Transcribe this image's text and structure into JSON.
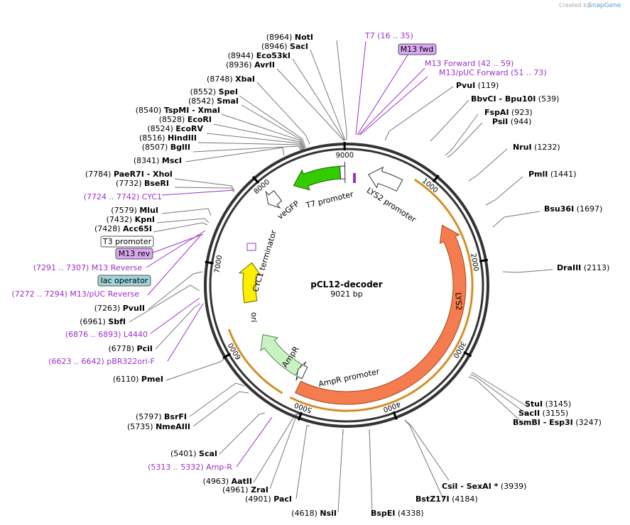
{
  "credit": {
    "created_by": "Created by",
    "brand": "SnapGene"
  },
  "plasmid": {
    "name": "pCL12-decoder",
    "length_label": "9021 bp",
    "length": 9021
  },
  "colors": {
    "backbone": "#333333",
    "LYS2": "#f47c4e",
    "veGFP": "#33cc00",
    "ori": "#ffee00",
    "AmpR": "#c9f2c2",
    "orf_arc": "#f4a020",
    "primer": "#9b30c9",
    "site_line": "#777777"
  },
  "ticks": [
    "1000",
    "2000",
    "3000",
    "4000",
    "5000",
    "6000",
    "7000",
    "8000",
    "9000"
  ],
  "sites": [
    {
      "pos": "(8964)",
      "name": "NotI",
      "bp": 8964
    },
    {
      "pos": "(8946)",
      "name": "SacI",
      "bp": 8946
    },
    {
      "pos": "(8944)",
      "name": "Eco53kI",
      "bp": 8944
    },
    {
      "pos": "(8936)",
      "name": "AvrII",
      "bp": 8936
    },
    {
      "pos": "(8748)",
      "name": "XbaI",
      "bp": 8748
    },
    {
      "pos": "(8552)",
      "name": "SpeI",
      "bp": 8552
    },
    {
      "pos": "(8542)",
      "name": "SmaI",
      "bp": 8542
    },
    {
      "pos": "(8540)",
      "name": "TspMI - XmaI",
      "bp": 8540
    },
    {
      "pos": "(8528)",
      "name": "EcoRI",
      "bp": 8528
    },
    {
      "pos": "(8524)",
      "name": "EcoRV",
      "bp": 8524
    },
    {
      "pos": "(8516)",
      "name": "HindIII",
      "bp": 8516
    },
    {
      "pos": "(8507)",
      "name": "BglII",
      "bp": 8507
    },
    {
      "pos": "(8341)",
      "name": "MscI",
      "bp": 8341
    },
    {
      "pos": "(7784)",
      "name": "PaeR7I - XhoI",
      "bp": 7784
    },
    {
      "pos": "(7732)",
      "name": "BseRI",
      "bp": 7732
    },
    {
      "pos": "(7579)",
      "name": "MluI",
      "bp": 7579
    },
    {
      "pos": "(7432)",
      "name": "KpnI",
      "bp": 7432
    },
    {
      "pos": "(7428)",
      "name": "Acc65I",
      "bp": 7428
    },
    {
      "pos": "(7263)",
      "name": "PvuII",
      "bp": 7263
    },
    {
      "pos": "(6961)",
      "name": "SbfI",
      "bp": 6961
    },
    {
      "pos": "(6778)",
      "name": "PciI",
      "bp": 6778
    },
    {
      "pos": "(6110)",
      "name": "PmeI",
      "bp": 6110
    },
    {
      "pos": "(5797)",
      "name": "BsrFI",
      "bp": 5797
    },
    {
      "pos": "(5735)",
      "name": "NmeAIII",
      "bp": 5735
    },
    {
      "pos": "(5401)",
      "name": "ScaI",
      "bp": 5401
    },
    {
      "pos": "(4963)",
      "name": "AatII",
      "bp": 4963
    },
    {
      "pos": "(4961)",
      "name": "ZraI",
      "bp": 4961
    },
    {
      "pos": "(4901)",
      "name": "PacI",
      "bp": 4901
    },
    {
      "pos": "(4618)",
      "name": "NsiI",
      "bp": 4618
    },
    {
      "pos": "(4338)",
      "name": "BspEI",
      "bp": 4338
    },
    {
      "pos": "(4184)",
      "name": "BstZ17I",
      "bp": 4184
    },
    {
      "pos": "(3939)",
      "name": "CsiI - SexAI *",
      "bp": 3939
    },
    {
      "pos": "(3247)",
      "name": "BsmBI - Esp3I",
      "bp": 3247
    },
    {
      "pos": "(3155)",
      "name": "SacII",
      "bp": 3155
    },
    {
      "pos": "(3145)",
      "name": "StuI",
      "bp": 3145
    },
    {
      "pos": "(2113)",
      "name": "DraIII",
      "bp": 2113
    },
    {
      "pos": "(1697)",
      "name": "Bsu36I",
      "bp": 1697
    },
    {
      "pos": "(1441)",
      "name": "PmlI",
      "bp": 1441
    },
    {
      "pos": "(1232)",
      "name": "NruI",
      "bp": 1232
    },
    {
      "pos": "(944)",
      "name": "PsiI",
      "bp": 944
    },
    {
      "pos": "(923)",
      "name": "FspAI",
      "bp": 923
    },
    {
      "pos": "(539)",
      "name": "BbvCI - Bpu10I",
      "bp": 539
    },
    {
      "pos": "(119)",
      "name": "PvuI",
      "bp": 119
    }
  ],
  "primers": [
    {
      "name": "T7",
      "range": "(16 .. 35)"
    },
    {
      "name": "M13 Forward",
      "range": "(42 .. 59)"
    },
    {
      "name": "M13/pUC Forward",
      "range": "(51 .. 73)"
    },
    {
      "name": "CYC1",
      "range": "(7724 .. 7742)"
    },
    {
      "name": "M13 Reverse",
      "range": "(7291 .. 7307)"
    },
    {
      "name": "M13/pUC Reverse",
      "range": "(7272 .. 7294)"
    },
    {
      "name": "L4440",
      "range": "(6876 .. 6893)"
    },
    {
      "name": "pBR322ori-F",
      "range": "(6623 .. 6642)"
    },
    {
      "name": "Amp-R",
      "range": "(5313 .. 5332)"
    }
  ],
  "boxed": {
    "m13_fwd": "M13 fwd",
    "t3_promoter": "T3 promoter",
    "m13_rev": "M13 rev",
    "lac_operator": "lac operator"
  },
  "features": {
    "veGFP": "veGFP",
    "t7_promoter": "T7 promoter",
    "lys2_promoter": "LYS2 promoter",
    "cyc1_terminator": "CYC1 terminator",
    "lys2": "LYS2",
    "ori": "ori",
    "ampr": "AmpR",
    "ampr_promoter": "AmpR promoter"
  }
}
